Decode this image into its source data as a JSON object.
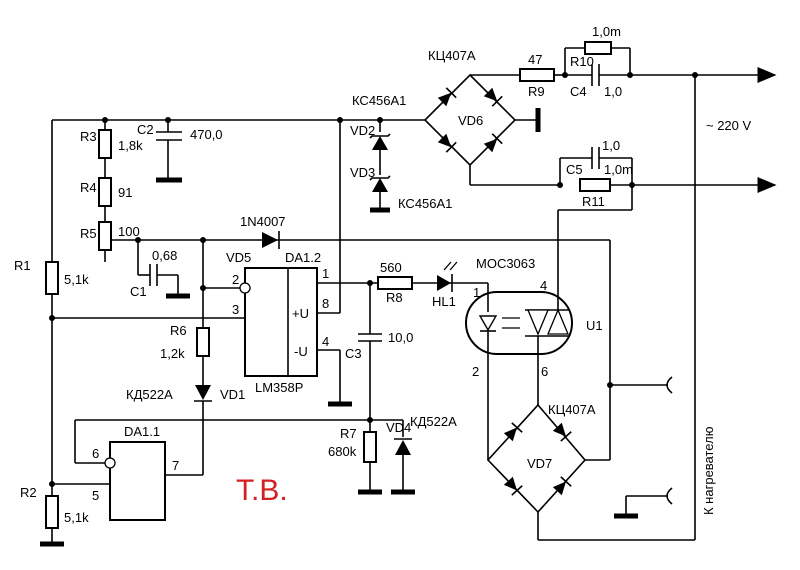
{
  "labels": {
    "kts407a_top": "КЦ407А",
    "r9_val": "47",
    "r9": "R9",
    "r10": "R10",
    "r10_val": "1,0m",
    "c4": "C4",
    "c4_val": "1,0",
    "ks456_1": "КС456А1",
    "vd2": "VD2",
    "vd3": "VD3",
    "ks456_2": "КС456А1",
    "vd6": "VD6",
    "c5_val": "1,0",
    "c5": "C5",
    "r11_val": "1,0m",
    "r11": "R11",
    "v220": "~ 220 V",
    "r3": "R3",
    "r3_val": "1,8k",
    "c2": "C2",
    "c2_val": "470,0",
    "r4": "R4",
    "r4_val": "91",
    "r5": "R5",
    "r5_val": "100",
    "r1": "R1",
    "r1_val": "5,1k",
    "c1_val": "0,68",
    "c1": "C1",
    "d1n4007": "1N4007",
    "vd5": "VD5",
    "da12": "DA1.2",
    "r8_val": "560",
    "r8": "R8",
    "hl1": "HL1",
    "moc": "MOC3063",
    "u1": "U1",
    "pin2a": "2",
    "pin3": "3",
    "pin1a": "1",
    "pin8": "8",
    "pin4a": "4",
    "pos_u": "+U",
    "neg_u": "-U",
    "lm358": "LM358P",
    "r6": "R6",
    "r6_val": "1,2k",
    "c3": "C3",
    "c3_val": "10,0",
    "kd522_1": "КД522А",
    "vd1": "VD1",
    "u1_pin1": "1",
    "u1_pin4": "4",
    "u1_pin2": "2",
    "u1_pin6": "6",
    "kts407a_bot": "КЦ407А",
    "vd7": "VD7",
    "da11": "DA1.1",
    "pin6": "6",
    "pin7": "7",
    "pin5": "5",
    "r7": "R7",
    "r7_val": "680k",
    "vd4": "VD4",
    "kd522_2": "КД522А",
    "r2": "R2",
    "r2_val": "5,1k",
    "heater": "К нагревателю",
    "tv": "Т.В."
  },
  "colors": {
    "wire": "#000000",
    "watermark": "#d42020"
  }
}
